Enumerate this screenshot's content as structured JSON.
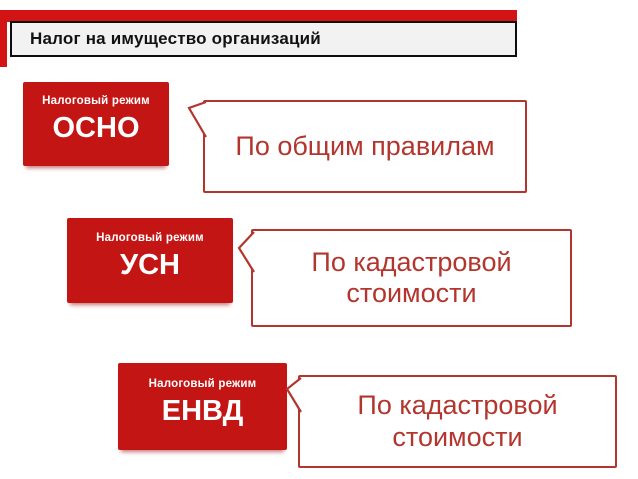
{
  "slide": {
    "title": "Налог на имущество организаций"
  },
  "colors": {
    "box_red": "#c41515",
    "accent_red": "#d31414",
    "callout_red": "#b3362e",
    "title_bg": "#f2f2f2",
    "title_border": "#0d0d0d"
  },
  "rows": [
    {
      "regime_label": "Налоговый режим",
      "regime": "ОСНО",
      "callout": "По общим правилам"
    },
    {
      "regime_label": "Налоговый режим",
      "regime": "УСН",
      "callout": "По кадастровой стоимости"
    },
    {
      "regime_label": "Налоговый режим",
      "regime": "ЕНВД",
      "callout": "По кадастровой стоимости"
    }
  ]
}
